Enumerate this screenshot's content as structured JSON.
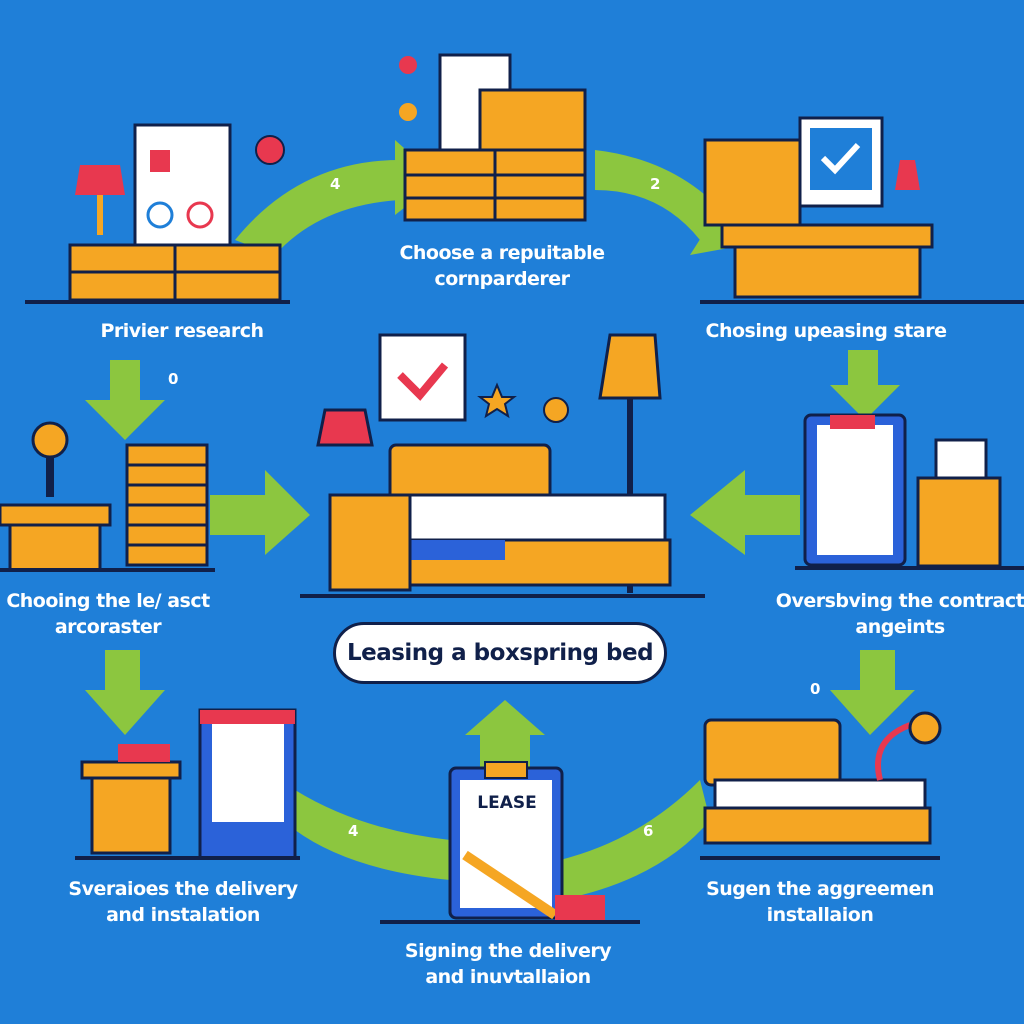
{
  "title": "Leasing a boxspring bed",
  "steps": {
    "top_left": {
      "line1": "Privier research"
    },
    "top_center": {
      "line1": "Choose a repuitable",
      "line2": "cornparderer"
    },
    "top_right": {
      "line1": "Chosing upeasing stare"
    },
    "mid_left": {
      "line1": "Chooing the le/ asct",
      "line2": "arcoraster"
    },
    "mid_right": {
      "line1": "Oversbving the contract",
      "line2": "angeints"
    },
    "bottom_left": {
      "line1": "Sveraioes the delivery",
      "line2": "and instalation"
    },
    "bottom_center": {
      "line1": "Signing the delivery",
      "line2": "and inuvtallaion"
    },
    "bottom_right": {
      "line1": "Sugen the aggreemen",
      "line2": "installaion"
    }
  },
  "arrow_numbers": [
    "4",
    "2",
    "4",
    "6"
  ],
  "markers": [
    "0",
    "0"
  ],
  "clipboard_text": "LEASE",
  "colors": {
    "background": "#1f7fd8",
    "arrow": "#8cc63f",
    "furniture": "#f5a623",
    "accent": "#e8384f",
    "outline": "#10204a"
  }
}
